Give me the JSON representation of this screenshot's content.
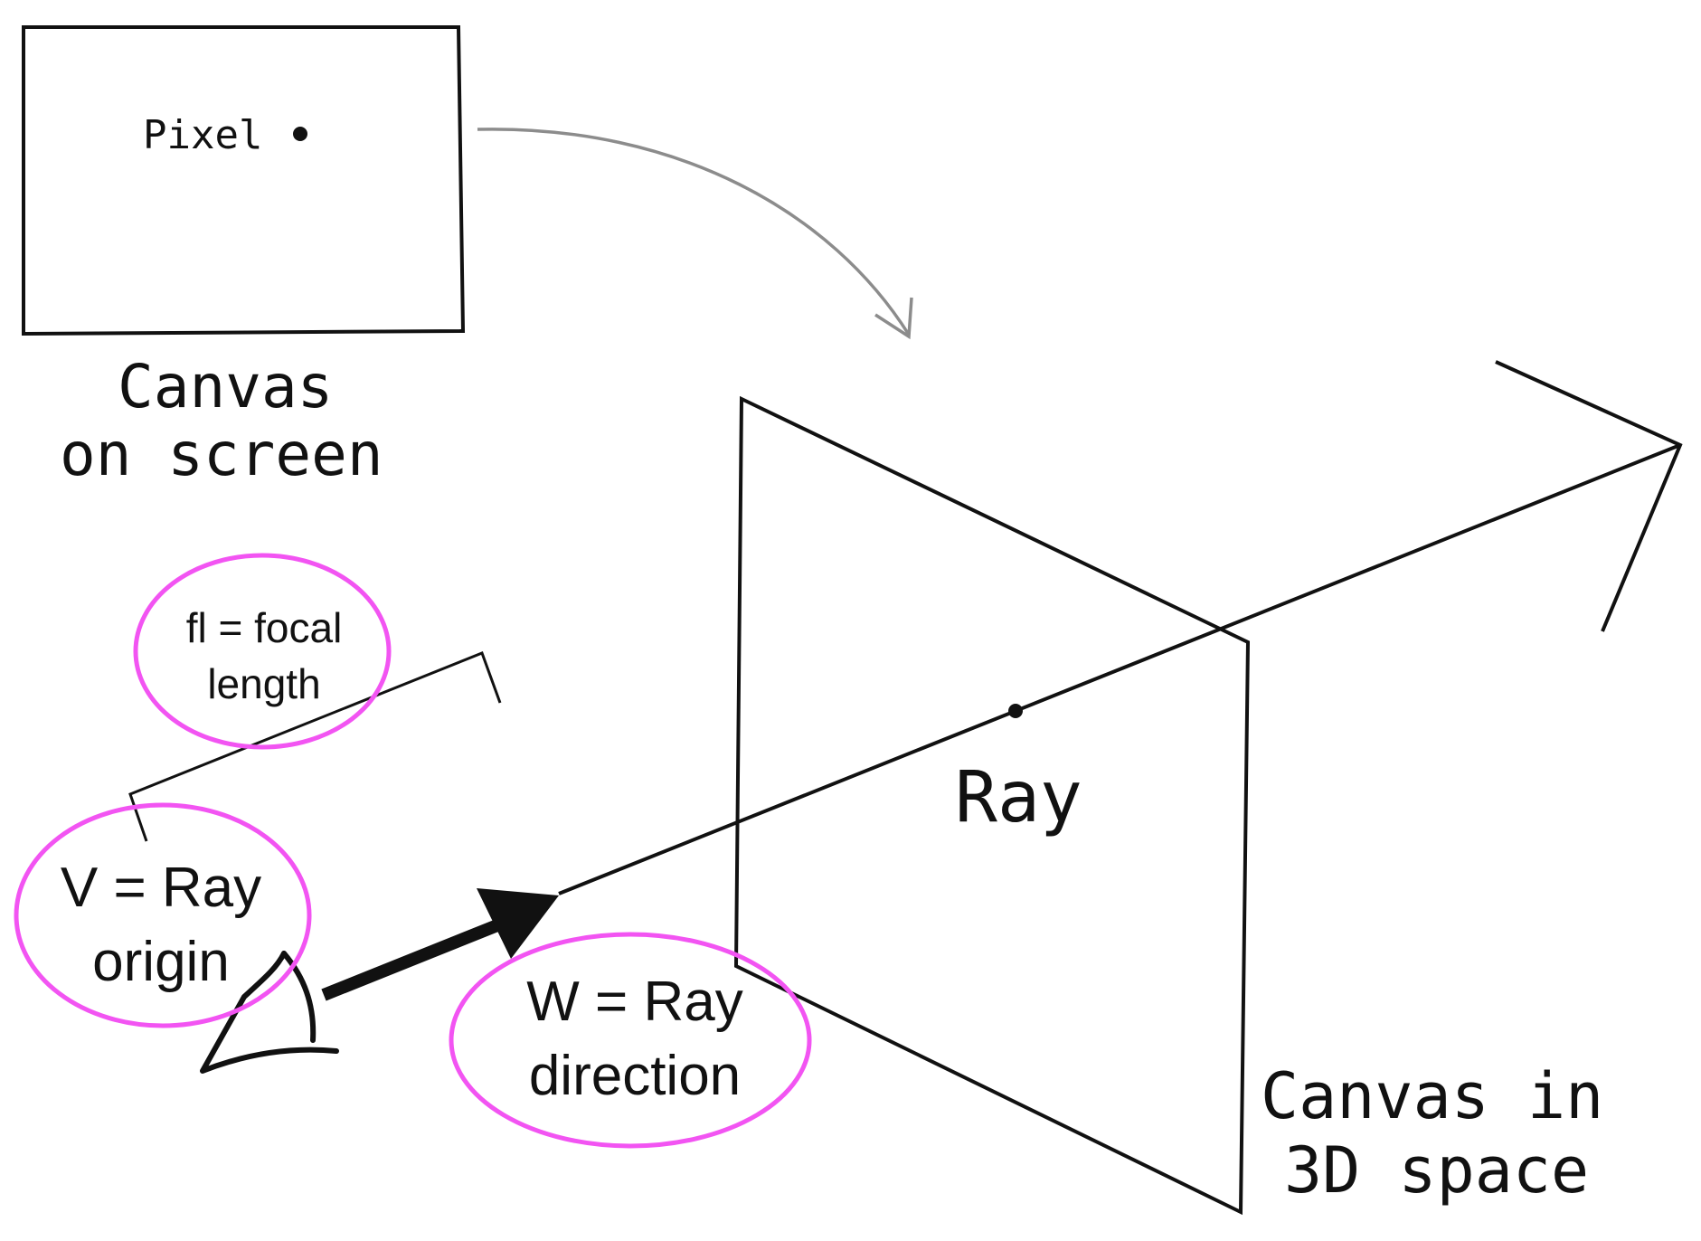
{
  "screen_canvas": {
    "pixel_label": "Pixel",
    "caption_line1": "Canvas",
    "caption_line2": "on screen"
  },
  "scene": {
    "ray_label": "Ray",
    "caption_line1": "Canvas in",
    "caption_line2": "3D space"
  },
  "annotations": {
    "focal_length_line1": "fl = focal",
    "focal_length_line2": "length",
    "origin_line1": "V = Ray",
    "origin_line2": "origin",
    "direction_line1": "W = Ray",
    "direction_line2": "direction"
  },
  "colors": {
    "highlight_ellipse": "#f254f2",
    "mapping_arrow": "#8c8c8c",
    "ink": "#111111"
  }
}
